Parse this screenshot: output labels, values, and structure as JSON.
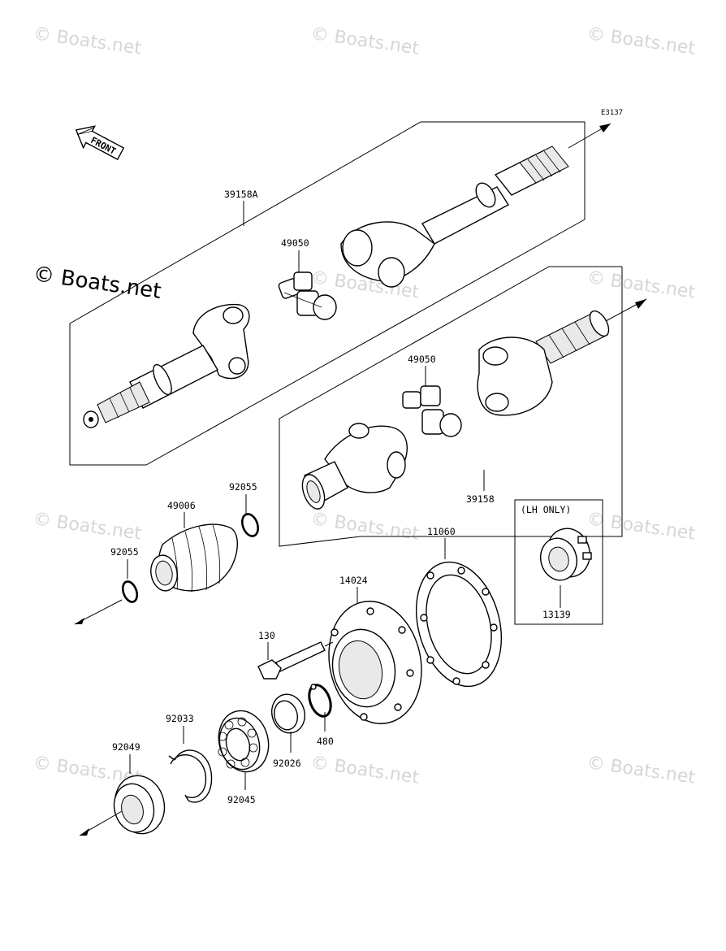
{
  "watermarks": {
    "text": "© Boats.net",
    "primary": "© Boats.net"
  },
  "diagram_code": "E3137",
  "front_label": "FRONT",
  "lh_only": "(LH ONLY)",
  "parts": {
    "p39158A": "39158A",
    "p49050a": "49050",
    "p49050b": "49050",
    "p39158": "39158",
    "p49006": "49006",
    "p92055a": "92055",
    "p92055b": "92055",
    "p11060": "11060",
    "p14024": "14024",
    "p130": "130",
    "p13139": "13139",
    "p92033": "92033",
    "p92049": "92049",
    "p92045": "92045",
    "p92026": "92026",
    "p480": "480"
  }
}
